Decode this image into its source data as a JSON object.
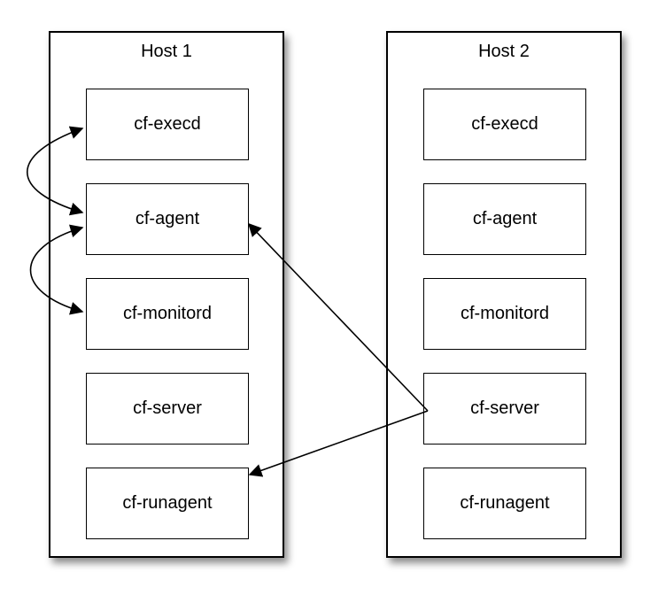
{
  "hosts": [
    {
      "title": "Host 1",
      "processes": [
        "cf-execd",
        "cf-agent",
        "cf-monitord",
        "cf-server",
        "cf-runagent"
      ]
    },
    {
      "title": "Host 2",
      "processes": [
        "cf-execd",
        "cf-agent",
        "cf-monitord",
        "cf-server",
        "cf-runagent"
      ]
    }
  ],
  "connections": [
    {
      "from": "host1.cf-agent",
      "to": "host1.cf-execd",
      "style": "bidirectional-curve"
    },
    {
      "from": "host1.cf-agent",
      "to": "host1.cf-monitord",
      "style": "bidirectional-curve"
    },
    {
      "from": "host2.cf-server",
      "to": "host1.cf-agent",
      "style": "arrow"
    },
    {
      "from": "host2.cf-server",
      "to": "host1.cf-runagent",
      "style": "arrow"
    }
  ]
}
